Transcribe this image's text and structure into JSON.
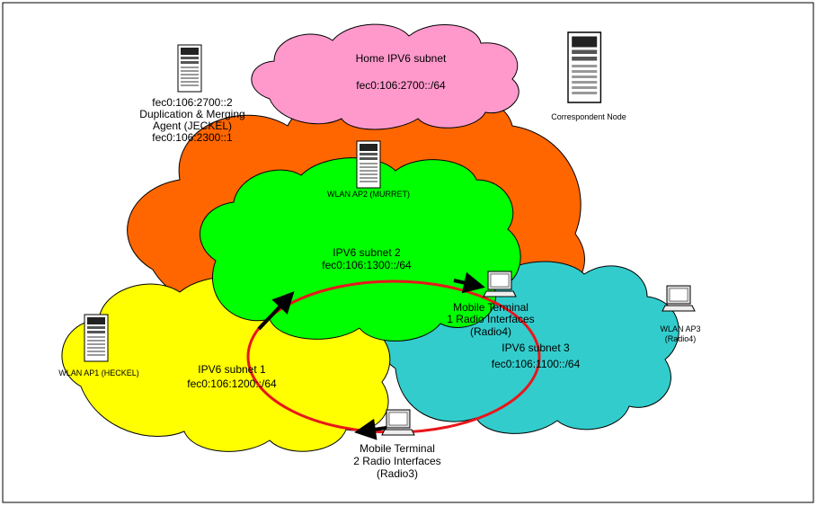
{
  "subnets": {
    "home": {
      "name": "Home IPV6 subnet",
      "prefix": "fec0:106:2700::/64",
      "color": "#ff99cc"
    },
    "outer": {
      "color": "#ff6600"
    },
    "subnet2": {
      "name": "IPV6 subnet 2",
      "prefix": "fec0:106:1300::/64",
      "color": "#00ff00"
    },
    "subnet1": {
      "name": "IPV6 subnet 1",
      "prefix": "fec0:106:1200::/64",
      "color": "#ffff00"
    },
    "subnet3": {
      "name": "IPV6 subnet 3",
      "prefix": "fec0:106:1100::/64",
      "color": "#33cccc"
    }
  },
  "nodes": {
    "jeckel": {
      "line1": "fec0:106:2700::2",
      "line2": "Duplication & Merging",
      "line3": "Agent (JECKEL)",
      "line4": "fec0:106:2300::1"
    },
    "correspondent": {
      "label": "Correspondent Node"
    },
    "ap2": {
      "label": "WLAN AP2 (MURRET)"
    },
    "ap1": {
      "label": "WLAN AP1 (HECKEL)"
    },
    "ap3": {
      "line1": "WLAN AP3",
      "line2": "(Radio4)"
    },
    "mt1": {
      "line1": "Mobile Terminal",
      "line2": "1 Radio Interfaces",
      "line3": "(Radio4)"
    },
    "mt2": {
      "line1": "Mobile Terminal",
      "line2": "2 Radio Interfaces",
      "line3": "(Radio3)"
    }
  },
  "colors": {
    "path": "#e8161c",
    "arrow": "#000000",
    "laptop_screen": "#0000ff"
  }
}
